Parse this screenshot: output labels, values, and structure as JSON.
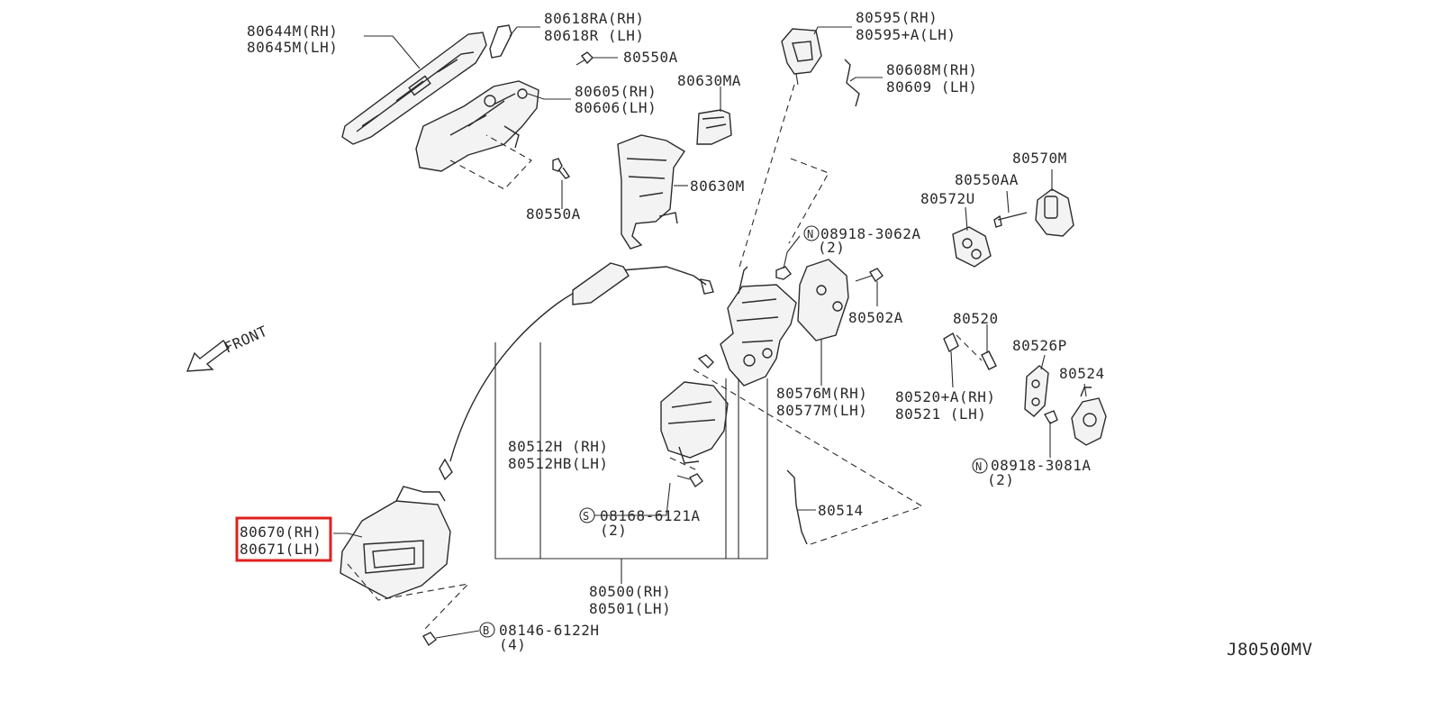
{
  "diagram": {
    "code": "J80500MV",
    "front_label": "FRONT",
    "labels": {
      "p80644m": "80644M(RH)",
      "p80645m": "80645M(LH)",
      "p80618ra": "80618RA(RH)",
      "p80618r": "80618R (LH)",
      "p80550a_top": "80550A",
      "p80605": "80605(RH)",
      "p80606": "80606(LH)",
      "p80630ma": "80630MA",
      "p80630m": "80630M",
      "p80550a_bot": "80550A",
      "p80595": "80595(RH)",
      "p80595a": "80595+A(LH)",
      "p80608m": "80608M(RH)",
      "p80609": "80609 (LH)",
      "p80570m": "80570M",
      "p80550aa": "80550AA",
      "p80572u": "80572U",
      "n08918_3062a": "08918-3062A",
      "n08918_3062a_qty": "(2)",
      "p80502a": "80502A",
      "p80520": "80520",
      "p80526p": "80526P",
      "p80524": "80524",
      "p80576m": "80576M(RH)",
      "p80577m": "80577M(LH)",
      "p80520a": "80520+A(RH)",
      "p80521": "80521 (LH)",
      "n08918_3081a": "08918-3081A",
      "n08918_3081a_qty": "(2)",
      "p80512h": "80512H  (RH)",
      "p80512hb": "80512HB(LH)",
      "s08168_6121a": "08168-6121A",
      "s08168_6121a_qty": "(2)",
      "p80514": "80514",
      "p80670": "80670(RH)",
      "p80671": "80671(LH)",
      "p80500": "80500(RH)",
      "p80501": "80501(LH)",
      "b08146_6122h": "08146-6122H",
      "b08146_6122h_qty": "(4)"
    },
    "circle_markers": {
      "n1": "N",
      "n2": "N",
      "s1": "S",
      "b1": "B"
    },
    "highlight_color": "#e02020"
  }
}
